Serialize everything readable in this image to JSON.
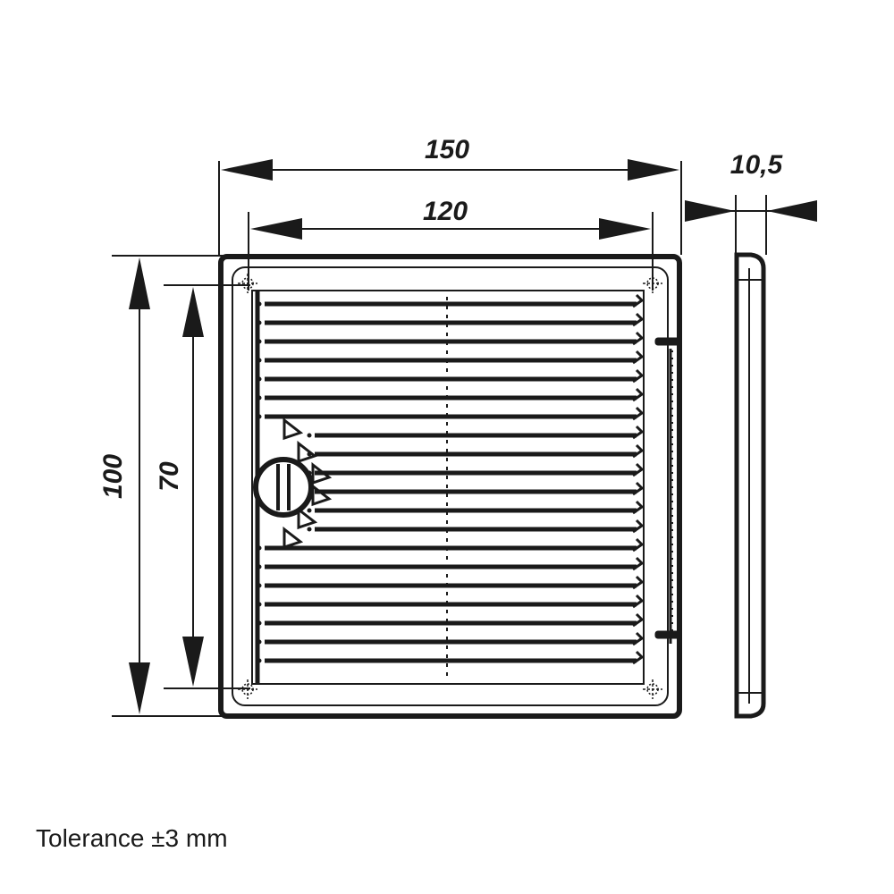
{
  "dimensions": {
    "overall_width": "150",
    "inner_width": "120",
    "depth": "10,5",
    "overall_height": "100",
    "inner_height": "70"
  },
  "note": {
    "tolerance": "Tolerance ±3 mm"
  },
  "colors": {
    "line": "#1a1a1a",
    "background": "#ffffff"
  }
}
